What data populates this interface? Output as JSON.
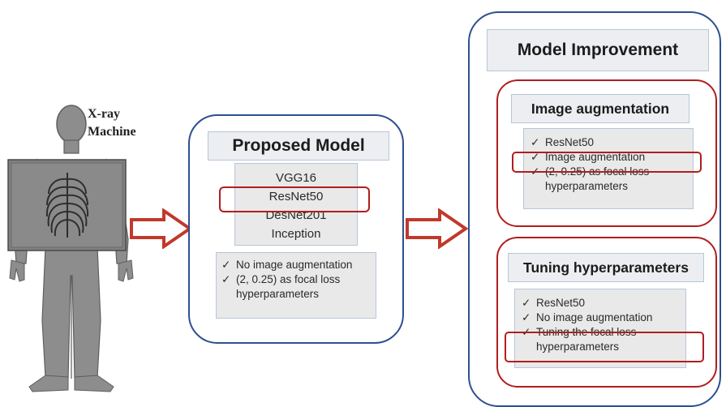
{
  "xray": {
    "label_line1": "X-ray",
    "label_line2": "Machine"
  },
  "proposed": {
    "title": "Proposed Model",
    "models": [
      "VGG16",
      "ResNet50",
      "DesNet201",
      "Inception"
    ],
    "highlighted_model": "ResNet50",
    "checks": [
      {
        "lines": [
          "No image augmentation"
        ]
      },
      {
        "lines": [
          "(2, 0.25) as focal loss",
          "hyperparameters"
        ]
      }
    ]
  },
  "improvement": {
    "title": "Model Improvement",
    "sections": [
      {
        "title": "Image augmentation",
        "checks": [
          {
            "lines": [
              "ResNet50"
            ]
          },
          {
            "lines": [
              "Image augmentation"
            ],
            "highlighted": true
          },
          {
            "lines": [
              "(2, 0.25) as focal loss",
              "hyperparameters"
            ]
          }
        ]
      },
      {
        "title": "Tuning hyperparameters",
        "checks": [
          {
            "lines": [
              "ResNet50"
            ]
          },
          {
            "lines": [
              "No image augmentation"
            ]
          },
          {
            "lines": [
              "Tuning the focal loss",
              "hyperparameters"
            ],
            "highlighted": true
          }
        ]
      }
    ]
  },
  "check_glyph": "✓",
  "colors": {
    "panel_border": "#2f4f8f",
    "highlight_red": "#b01e1e",
    "arrow_red": "#c0392b",
    "body_gray": "#8d8d8d"
  }
}
